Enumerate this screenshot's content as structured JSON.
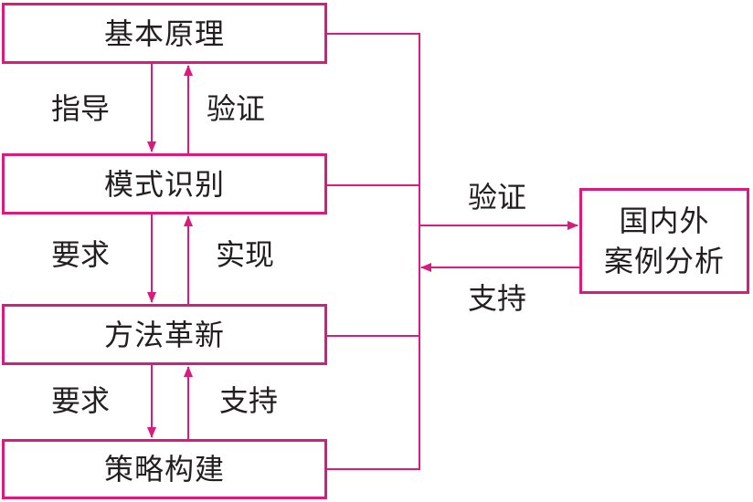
{
  "colors": {
    "accent": "#d81b7d",
    "text": "#231f20"
  },
  "boxes": {
    "basic_principles": "基本原理",
    "pattern_recognition": "模式识别",
    "method_innovation": "方法革新",
    "strategy_construction": "策略构建"
  },
  "case_box": {
    "line1": "国内外",
    "line2": "案例分析"
  },
  "labels": {
    "guide": "指导",
    "verify_up_1": "验证",
    "require_1": "要求",
    "realize": "实现",
    "require_2": "要求",
    "support_up": "支持",
    "verify_right": "验证",
    "support_left": "支持"
  }
}
